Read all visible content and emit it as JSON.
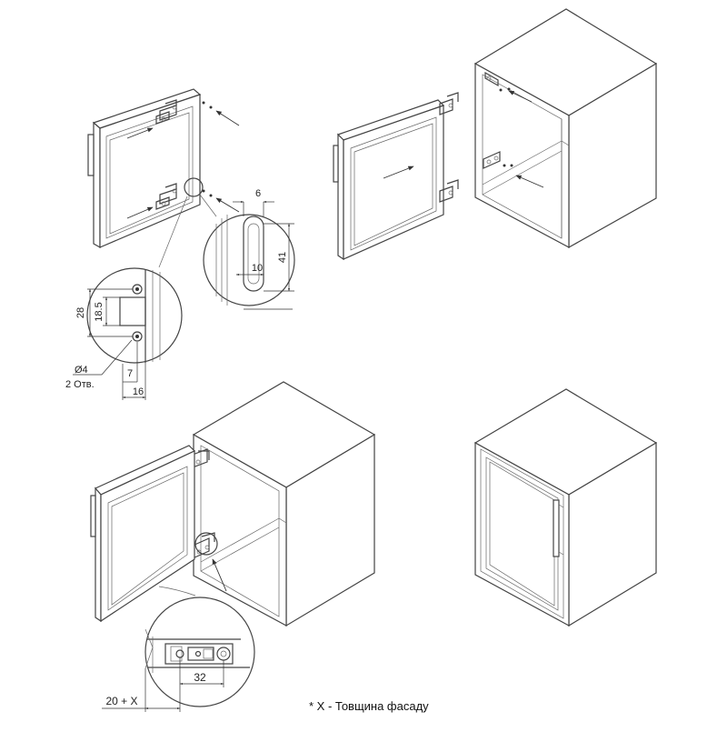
{
  "colors": {
    "line": "#444444",
    "background": "#ffffff"
  },
  "panels": [
    {
      "id": "panel-1",
      "content": "door with two hinges, hinge cup detail and hole pattern"
    },
    {
      "id": "panel-2",
      "content": "door aligned to cabinet carcass"
    },
    {
      "id": "panel-3",
      "content": "door opened on cabinet, hinge distance detail"
    },
    {
      "id": "panel-4",
      "content": "closed cabinet with handle"
    }
  ],
  "dimensions": {
    "cup_width": "6",
    "cup_slot": "10",
    "cup_height": "41",
    "plate_height": "28",
    "plate_spacing": "18.5",
    "plate_offset": "7",
    "plate_depth": "16",
    "hole_note_line1": "Ø4",
    "hole_note_line2": "2 Отв.",
    "hinge_distance": "32",
    "edge_distance": "20 + X"
  },
  "footnote": "* X - Товщина фасаду"
}
